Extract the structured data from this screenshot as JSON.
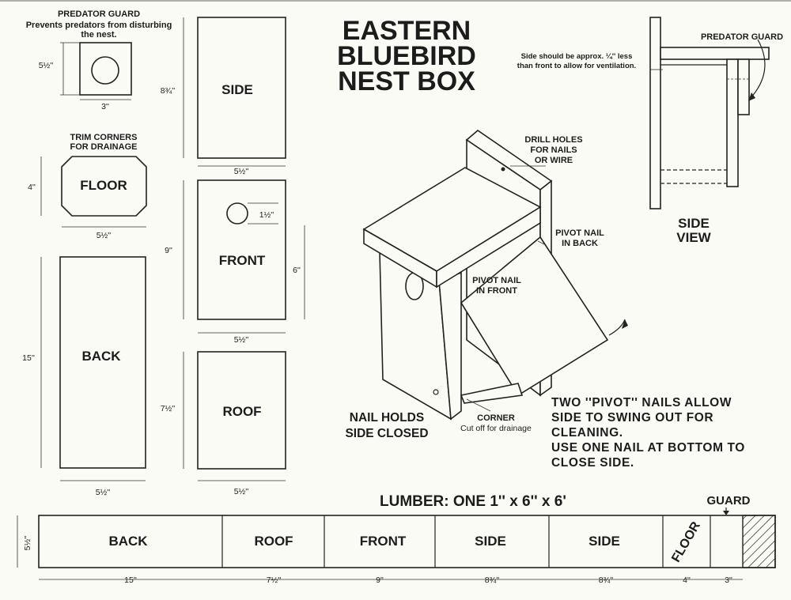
{
  "title": {
    "line1": "EASTERN",
    "line2": "BLUEBIRD",
    "line3": "NEST BOX"
  },
  "predator_guard_piece": {
    "label": "PREDATOR GUARD",
    "desc1": "Prevents predators from disturbing",
    "desc2": "the nest.",
    "dim_h": "5½''",
    "dim_w": "3''"
  },
  "floor_piece": {
    "note1": "TRIM CORNERS",
    "note2": "FOR DRAINAGE",
    "label": "FLOOR",
    "dim_h": "4''",
    "dim_w": "5½''"
  },
  "back_piece": {
    "label": "BACK",
    "dim_h": "15''",
    "dim_w": "5½''"
  },
  "side_piece": {
    "label": "SIDE",
    "dim_h": "8¾''",
    "dim_w": "5½''"
  },
  "front_piece": {
    "label": "FRONT",
    "dim_h": "9''",
    "dim_w": "5½''",
    "hole_dim": "1½''",
    "hole_height": "6''"
  },
  "roof_piece": {
    "label": "ROOF",
    "dim_h": "7½''",
    "dim_w": "5½''"
  },
  "side_view": {
    "guard_label": "PREDATOR GUARD",
    "vent_note1": "Side should be approx. ¼'' less",
    "vent_note2": "than front to allow for ventilation.",
    "title1": "SIDE",
    "title2": "VIEW"
  },
  "iso_view": {
    "drill1": "DRILL HOLES",
    "drill2": "FOR NAILS",
    "drill3": "OR WIRE",
    "pivot_back1": "PIVOT NAIL",
    "pivot_back2": "IN BACK",
    "pivot_front1": "PIVOT NAIL",
    "pivot_front2": "IN FRONT",
    "nail1": "NAIL HOLDS",
    "nail2": "SIDE CLOSED",
    "corner1": "CORNER",
    "corner2": "Cut off for drainage"
  },
  "instructions": {
    "line1": "TWO ''PIVOT'' NAILS ALLOW",
    "line2": "SIDE TO SWING OUT FOR",
    "line3": "CLEANING.",
    "line4": "USE ONE NAIL AT BOTTOM TO",
    "line5": "CLOSE SIDE."
  },
  "lumber": {
    "title": "LUMBER: ONE 1'' x 6'' x 6'",
    "guard_label": "GUARD",
    "board_width": "5½''",
    "segments": [
      {
        "label": "BACK",
        "length": "15''"
      },
      {
        "label": "ROOF",
        "length": "7½''"
      },
      {
        "label": "FRONT",
        "length": "9''"
      },
      {
        "label": "SIDE",
        "length": "8¾''"
      },
      {
        "label": "SIDE",
        "length": "8¾''"
      },
      {
        "label": "FLOOR",
        "length": "4''"
      },
      {
        "label": "",
        "length": "3''"
      }
    ]
  }
}
